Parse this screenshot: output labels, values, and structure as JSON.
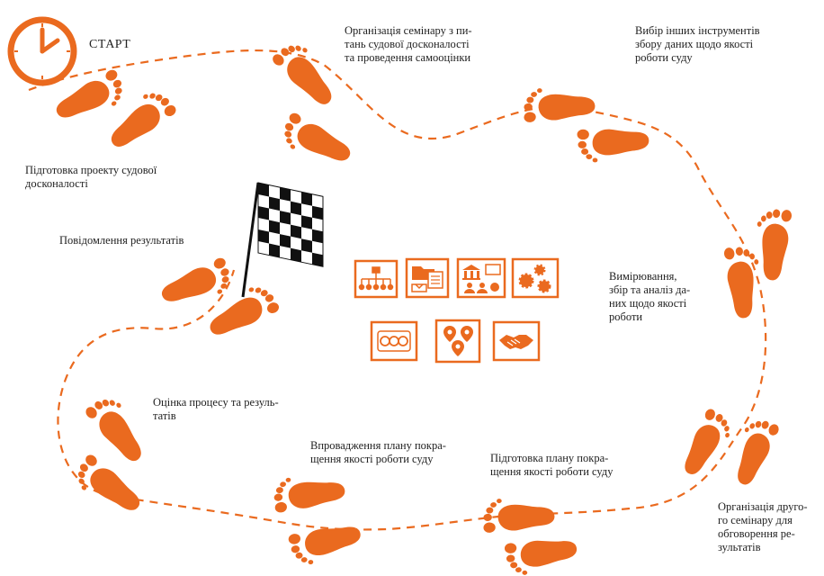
{
  "colors": {
    "accent": "#ea6a1f",
    "text": "#222222"
  },
  "labels": {
    "start": "СТАРТ",
    "project": "Підготовка проекту судової\nдосконалості",
    "seminar": "Організація семінару з пи-\nтань судової досконалості\nта проведення самооцінки",
    "instruments": "Вибір інших інструментів\nзбору даних щодо якості\nроботи суду",
    "measure": "Вимірювання,\nзбір та аналіз да-\nних щодо якості\nроботи",
    "report": "Повідомлення результатів",
    "evaluation": "Оцінка процесу та резуль-\nтатів",
    "implement": "Впровадження плану покра-\nщення якості роботи суду",
    "prepare_plan": "Підготовка плану покра-\nщення якості роботи суду",
    "second_seminar": "Організація друго-\nго семінару для\nобговорення ре-\nзультатів"
  },
  "icons": [
    "hierarchy-icon",
    "documents-icon",
    "bank-people-icon",
    "gears-icon",
    "coins-icon",
    "location-pins-icon",
    "handshake-icon"
  ]
}
